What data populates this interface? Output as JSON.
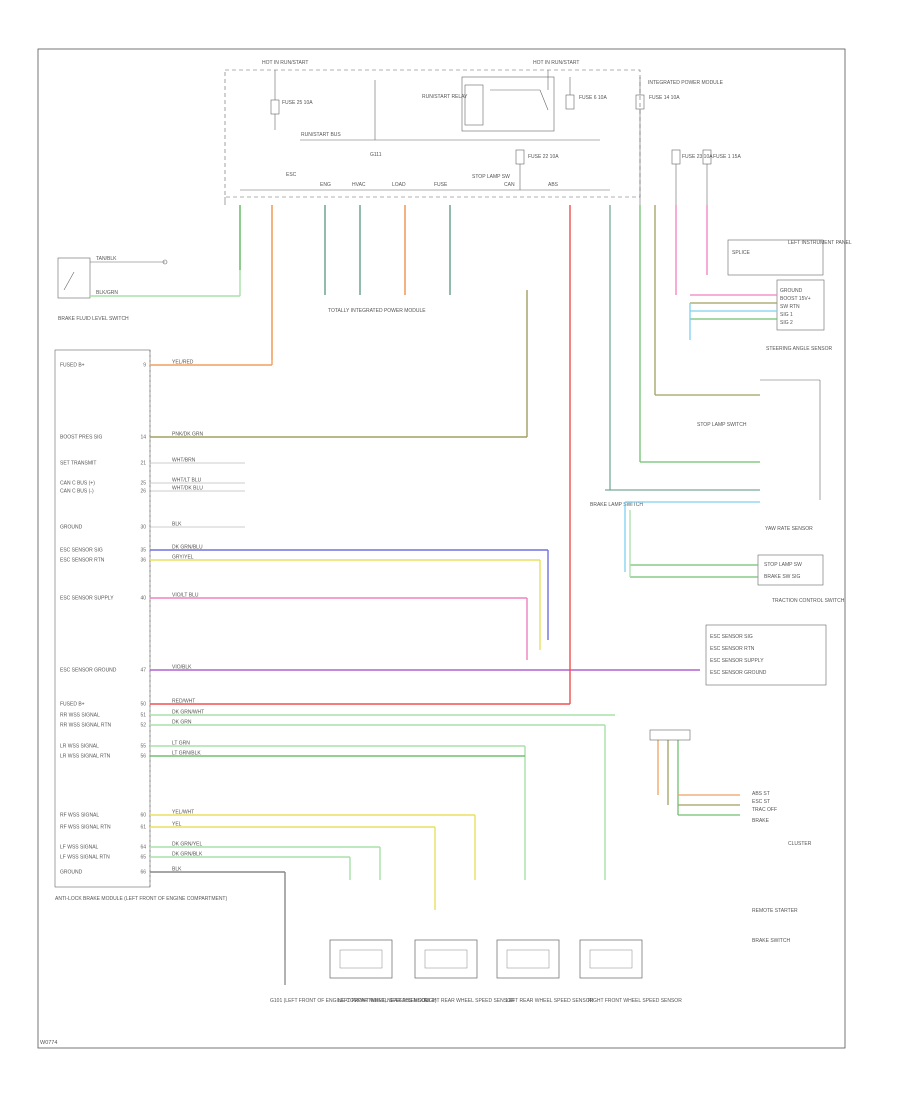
{
  "page_ref": "W0774",
  "fuses": {
    "left_top": "HOT IN RUN/START",
    "center_top": "HOT IN RUN/START",
    "fuse_a": "FUSE 25 10A",
    "fuse_b": "FUSE 6 10A",
    "fuse_c": "FUSE 14 10A",
    "fuse_d": "FUSE 22 10A",
    "fuse_e": "FUSE 23 10A",
    "fuse_f": "FUSE 1 15A",
    "relay": "RUN/START RELAY",
    "bus": "RUN/START BUS",
    "gnd_ref": "G111",
    "body_ctrl_box": "INTEGRATED POWER MODULE",
    "stop_lamp": "STOP LAMP SW"
  },
  "module_pins": {
    "pins": [
      "ESC",
      "ENG",
      "HVAC",
      "LOAD",
      "FUSE",
      "CAN",
      "ABS"
    ],
    "module_caption": "TOTALLY INTEGRATED POWER MODULE"
  },
  "switch_left": {
    "label": "BRAKE FLUID LEVEL SWITCH",
    "wire1": "TAN/BLK",
    "wire2": "BLK/GRN"
  },
  "top_right": {
    "label": "LEFT INSTRUMENT PANEL",
    "conn_label": "SPLICE",
    "rows": [
      "GROUND",
      "BOOST 15V+",
      "SW RTN",
      "SIG 1",
      "SIG 2"
    ]
  },
  "right_modules": {
    "steering": "STEERING ANGLE SENSOR",
    "stop": "STOP LAMP SWITCH",
    "brake": "BRAKE LAMP SWITCH",
    "yaw": "YAW RATE SENSOR",
    "trac": "TRACTION CONTROL SWITCH",
    "cluster": "CLUSTER",
    "rsm": "REMOTE STARTER",
    "brake_switch": "BRAKE SWITCH",
    "yaw_rows": [
      "ESC SENSOR SIG",
      "ESC SENSOR RTN",
      "ESC SENSOR SUPPLY",
      "ESC SENSOR GROUND"
    ],
    "stop_rows": [
      "STOP LAMP SW",
      "BRAKE SW SIG"
    ],
    "cluster_rows": [
      "ABS ST",
      "ESC ST",
      "TRAC OFF",
      "BRAKE"
    ]
  },
  "main_module": {
    "label": "ANTI-LOCK BRAKE MODULE (LEFT FRONT OF ENGINE COMPARTMENT)",
    "pins": [
      {
        "name": "FUSED B+",
        "wire": "YEL/RED",
        "num": "9"
      },
      {
        "name": "BOOST PRES SIG",
        "wire": "PNK/DK GRN",
        "num": "14"
      },
      {
        "name": "SET TRANSMIT",
        "wire": "WHT/BRN",
        "num": "21"
      },
      {
        "name": "CAN C BUS (+)",
        "wire": "WHT/LT BLU",
        "num": "25"
      },
      {
        "name": "CAN C BUS (-)",
        "wire": "WHT/DK BLU",
        "num": "26"
      },
      {
        "name": "GROUND",
        "wire": "BLK",
        "num": "30"
      },
      {
        "name": "ESC SENSOR SIG",
        "wire": "DK GRN/BLU",
        "num": "35"
      },
      {
        "name": "ESC SENSOR RTN",
        "wire": "GRY/YEL",
        "num": "36"
      },
      {
        "name": "ESC SENSOR SUPPLY",
        "wire": "VIO/LT BLU",
        "num": "40"
      },
      {
        "name": "ESC SENSOR GROUND",
        "wire": "VIO/BLK",
        "num": "47"
      },
      {
        "name": "FUSED B+",
        "wire": "RED/WHT",
        "num": "50"
      },
      {
        "name": "RR WSS SIGNAL",
        "wire": "DK GRN/WHT",
        "num": "51"
      },
      {
        "name": "RR WSS SIGNAL RTN",
        "wire": "DK GRN",
        "num": "52"
      },
      {
        "name": "LR WSS SIGNAL",
        "wire": "LT GRN",
        "num": "55"
      },
      {
        "name": "LR WSS SIGNAL RTN",
        "wire": "LT GRN/BLK",
        "num": "56"
      },
      {
        "name": "RF WSS SIGNAL",
        "wire": "YEL/WHT",
        "num": "60"
      },
      {
        "name": "RF WSS SIGNAL RTN",
        "wire": "YEL",
        "num": "61"
      },
      {
        "name": "LF WSS SIGNAL",
        "wire": "DK GRN/YEL",
        "num": "64"
      },
      {
        "name": "LF WSS SIGNAL RTN",
        "wire": "DK GRN/BLK",
        "num": "65"
      },
      {
        "name": "GROUND",
        "wire": "BLK",
        "num": "66"
      }
    ]
  },
  "sensors": {
    "ground": "G101 (LEFT FRONT OF ENGINE COMPARTMENT, NEAR ABS MODULE)",
    "lf": "LEFT FRONT WHEEL SPEED SENSOR",
    "rr": "RIGHT REAR WHEEL SPEED SENSOR",
    "lr": "LEFT REAR WHEEL SPEED SENSOR",
    "rf": "RIGHT FRONT WHEEL SPEED SENSOR"
  },
  "colors": {
    "frame": "#555555",
    "yellow": "#e8e060",
    "green": "#70c070",
    "lgreen": "#a8e0a8",
    "orange": "#f0a060",
    "pink": "#f080c0",
    "red": "#f05050",
    "blue": "#7070e0",
    "lblue": "#80d0f0",
    "violet": "#b060d0",
    "olive": "#a0a060",
    "tan": "#c8b890"
  }
}
